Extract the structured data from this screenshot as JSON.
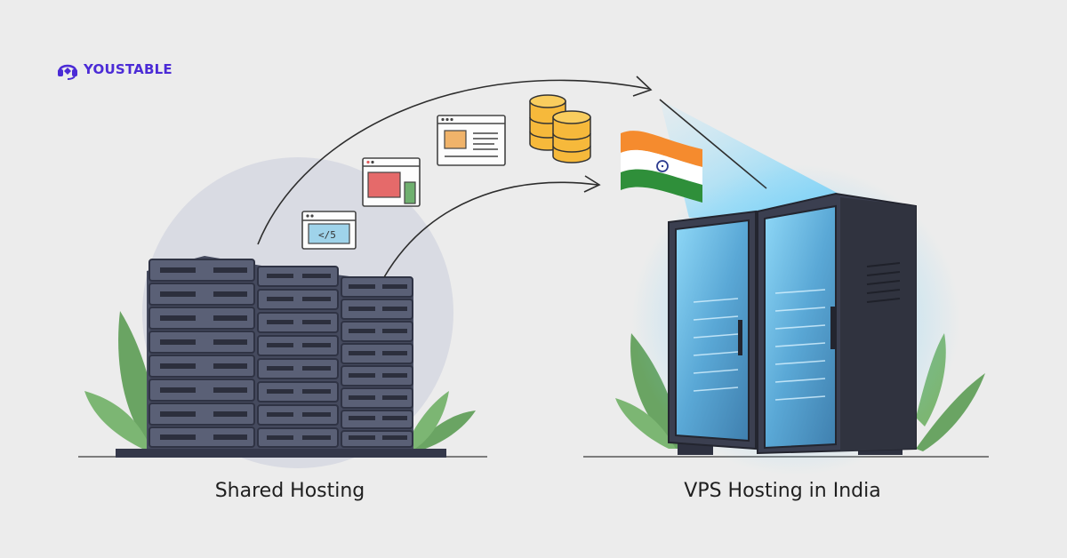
{
  "brand": {
    "name": "YOUSTABLE",
    "color": "#4b2bd6"
  },
  "left": {
    "label": "Shared Hosting"
  },
  "right": {
    "label": "VPS Hosting in India"
  },
  "illustration": {
    "icons": [
      "shared-server-rack",
      "code-window-icon",
      "chart-window-icon",
      "dashboard-window-icon",
      "coin-stacks-icon",
      "india-flag-icon",
      "vps-server-tower",
      "plant-leaf-icon"
    ],
    "colors": {
      "background": "#ececec",
      "server_dark": "#3b3f50",
      "glow": "#5ec8f5",
      "flag_saffron": "#f58b2e",
      "flag_green": "#2f8f3a",
      "coin": "#f6b93b",
      "leaf": "#6aa463"
    }
  }
}
